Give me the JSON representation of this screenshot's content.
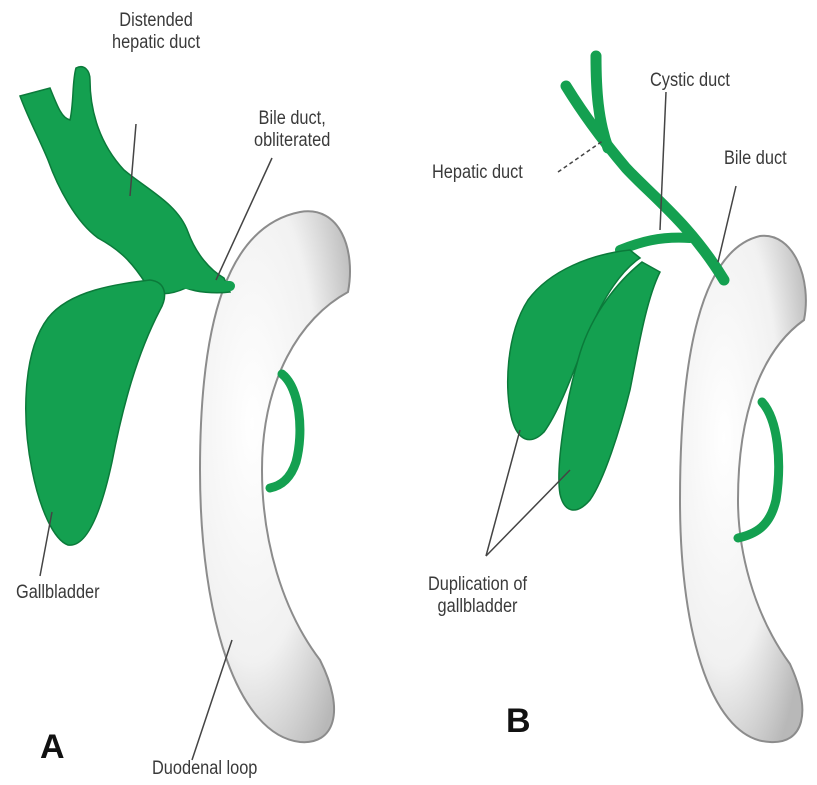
{
  "colors": {
    "duct_green": "#14a050",
    "duct_green_dark": "#0b7a3a",
    "duodenum_fill": "#f3f3f3",
    "duodenum_shade": "#9a9a9a",
    "label_text": "#3a3a3a",
    "leader_line": "#444444"
  },
  "panel_a": {
    "letter": "A",
    "labels": {
      "distended_hepatic_duct_1": "Distended",
      "distended_hepatic_duct_2": "hepatic duct",
      "bile_duct_obliterated_1": "Bile duct,",
      "bile_duct_obliterated_2": "obliterated",
      "gallbladder": "Gallbladder",
      "duodenal_loop": "Duodenal loop"
    }
  },
  "panel_b": {
    "letter": "B",
    "labels": {
      "cystic_duct": "Cystic duct",
      "hepatic_duct": "Hepatic duct",
      "bile_duct": "Bile duct",
      "duplication_1": "Duplication of",
      "duplication_2": "gallbladder"
    }
  }
}
